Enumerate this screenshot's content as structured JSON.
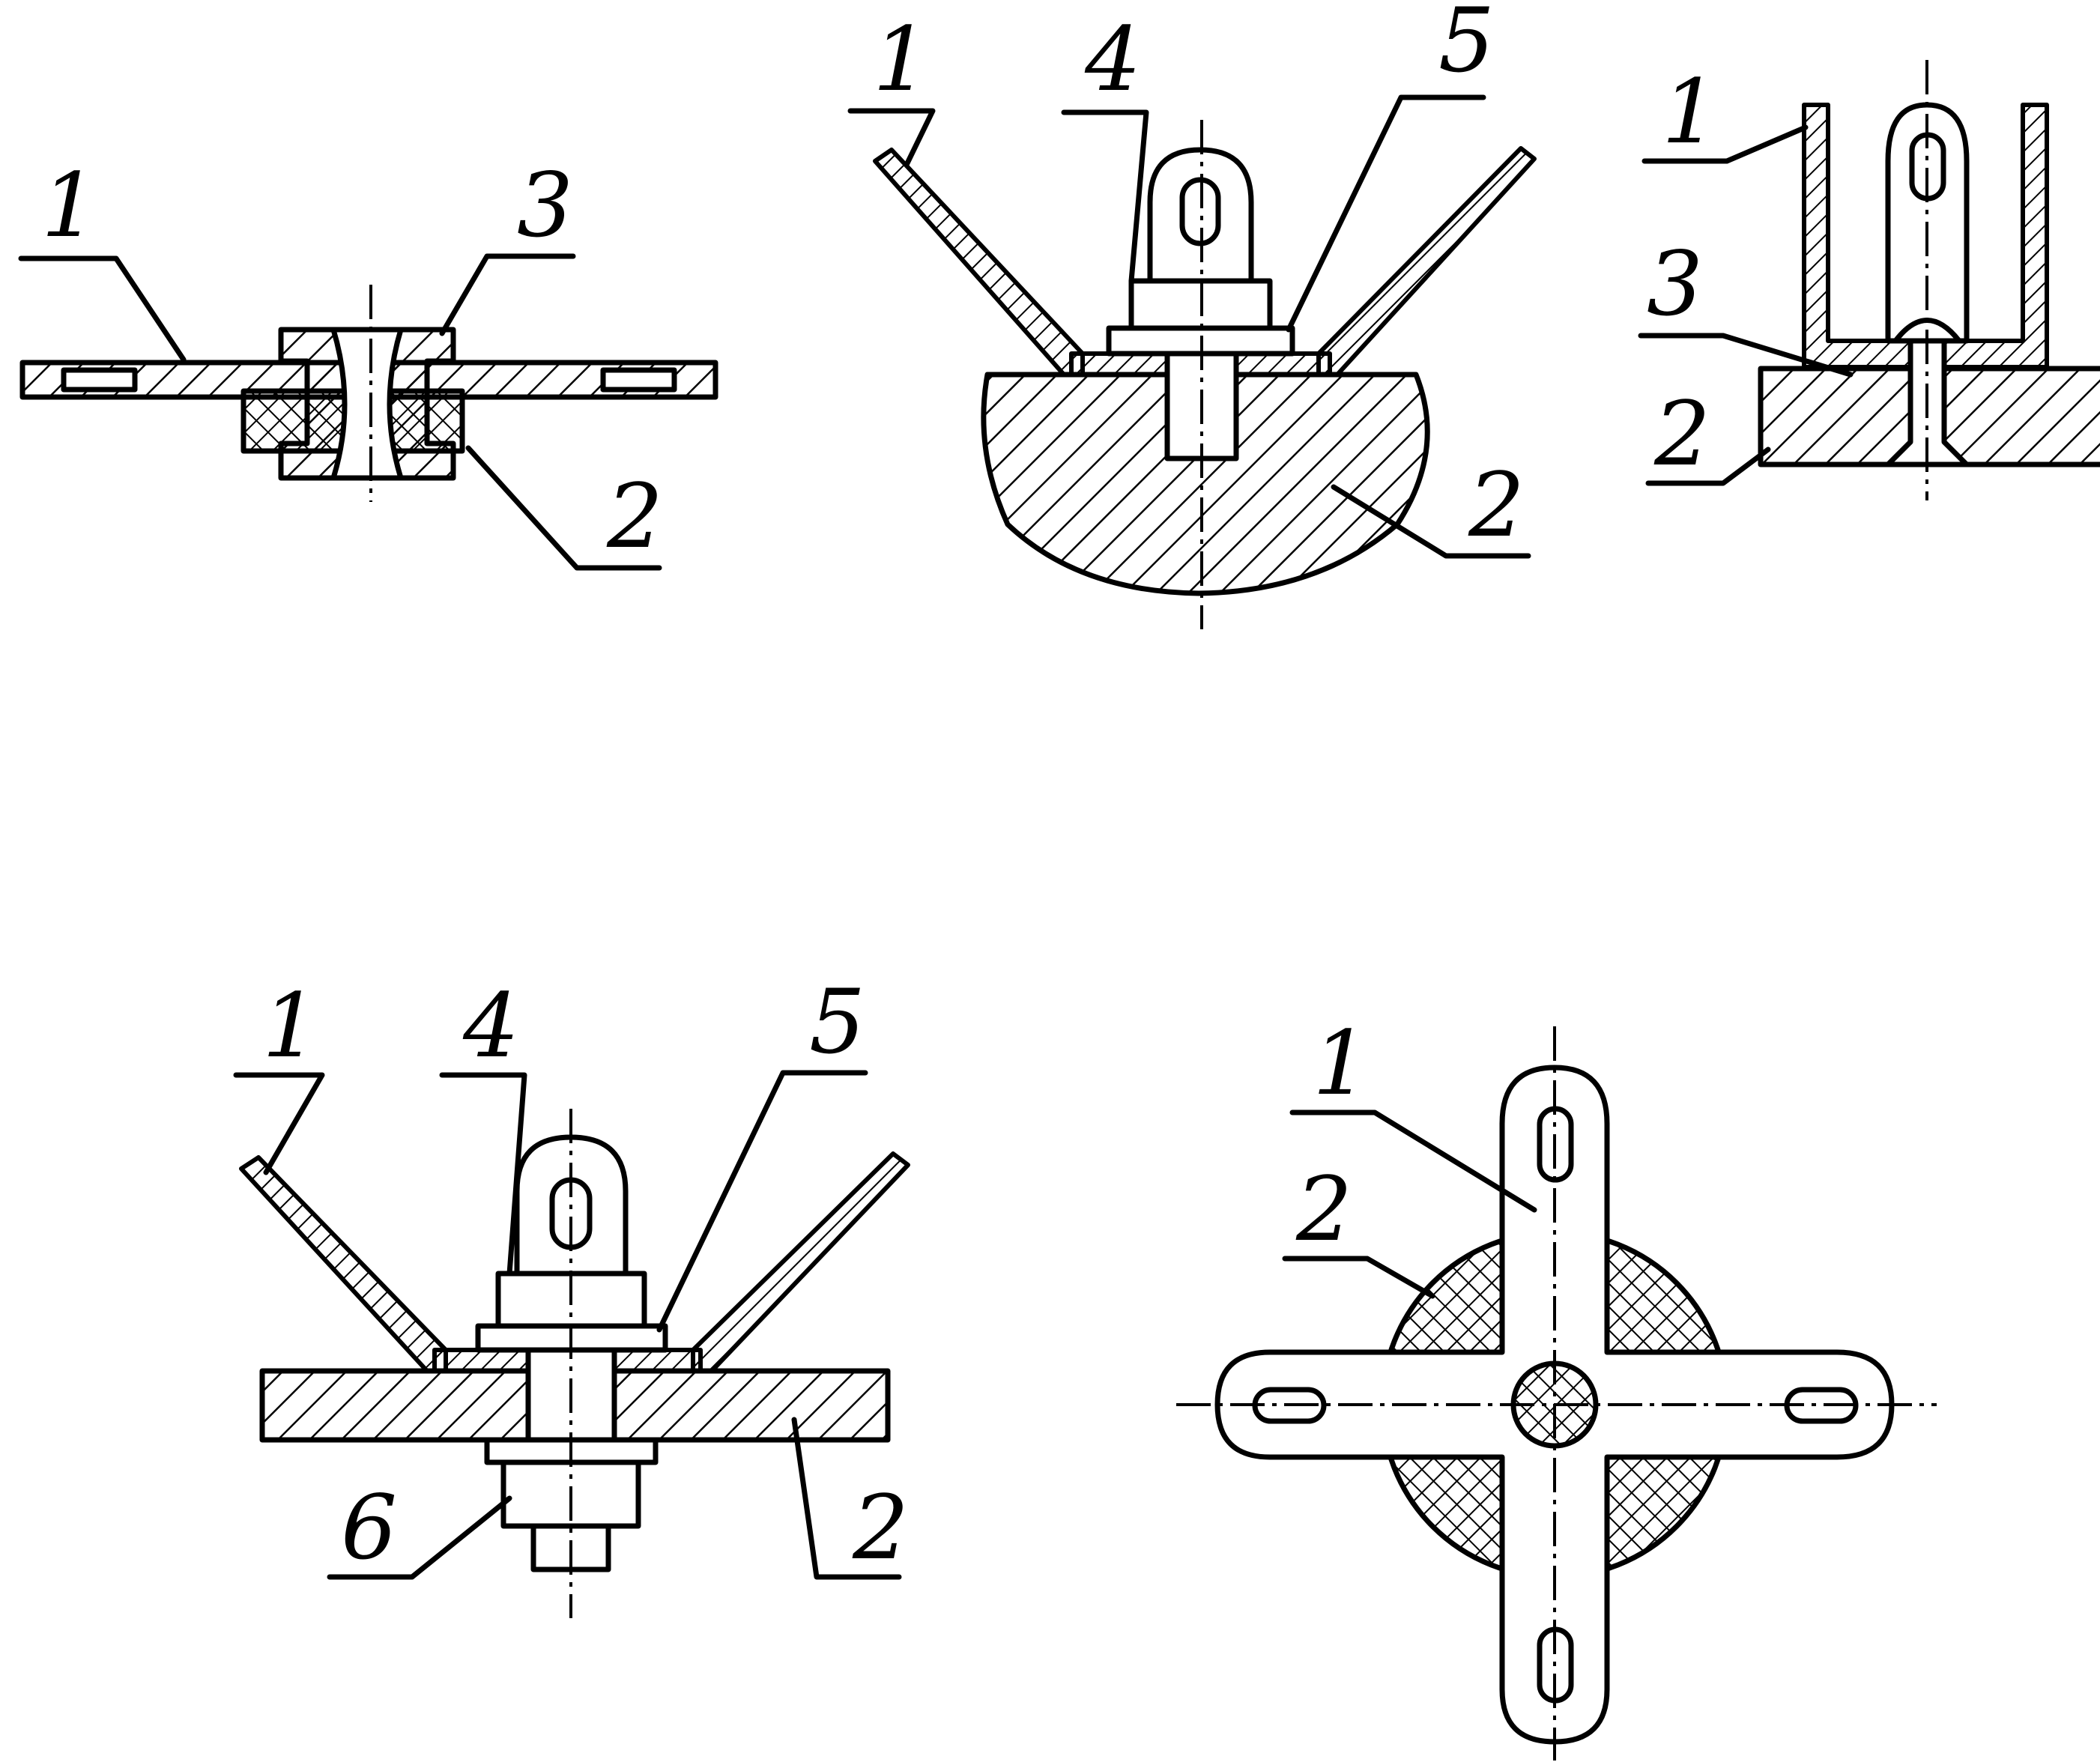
{
  "figure": {
    "views": [
      {
        "id": "view-1",
        "callouts": [
          {
            "label": "1"
          },
          {
            "label": "3"
          },
          {
            "label": "2"
          }
        ]
      },
      {
        "id": "view-2",
        "callouts": [
          {
            "label": "1"
          },
          {
            "label": "4"
          },
          {
            "label": "5"
          },
          {
            "label": "2"
          }
        ]
      },
      {
        "id": "view-3",
        "callouts": [
          {
            "label": "1"
          },
          {
            "label": "3"
          },
          {
            "label": "2"
          }
        ]
      },
      {
        "id": "view-4",
        "callouts": [
          {
            "label": "1"
          },
          {
            "label": "4"
          },
          {
            "label": "5"
          },
          {
            "label": "6"
          },
          {
            "label": "2"
          }
        ]
      },
      {
        "id": "view-5",
        "callouts": [
          {
            "label": "1"
          },
          {
            "label": "2"
          }
        ]
      }
    ]
  },
  "colors": {
    "ink": "#000000",
    "paper": "#ffffff"
  }
}
